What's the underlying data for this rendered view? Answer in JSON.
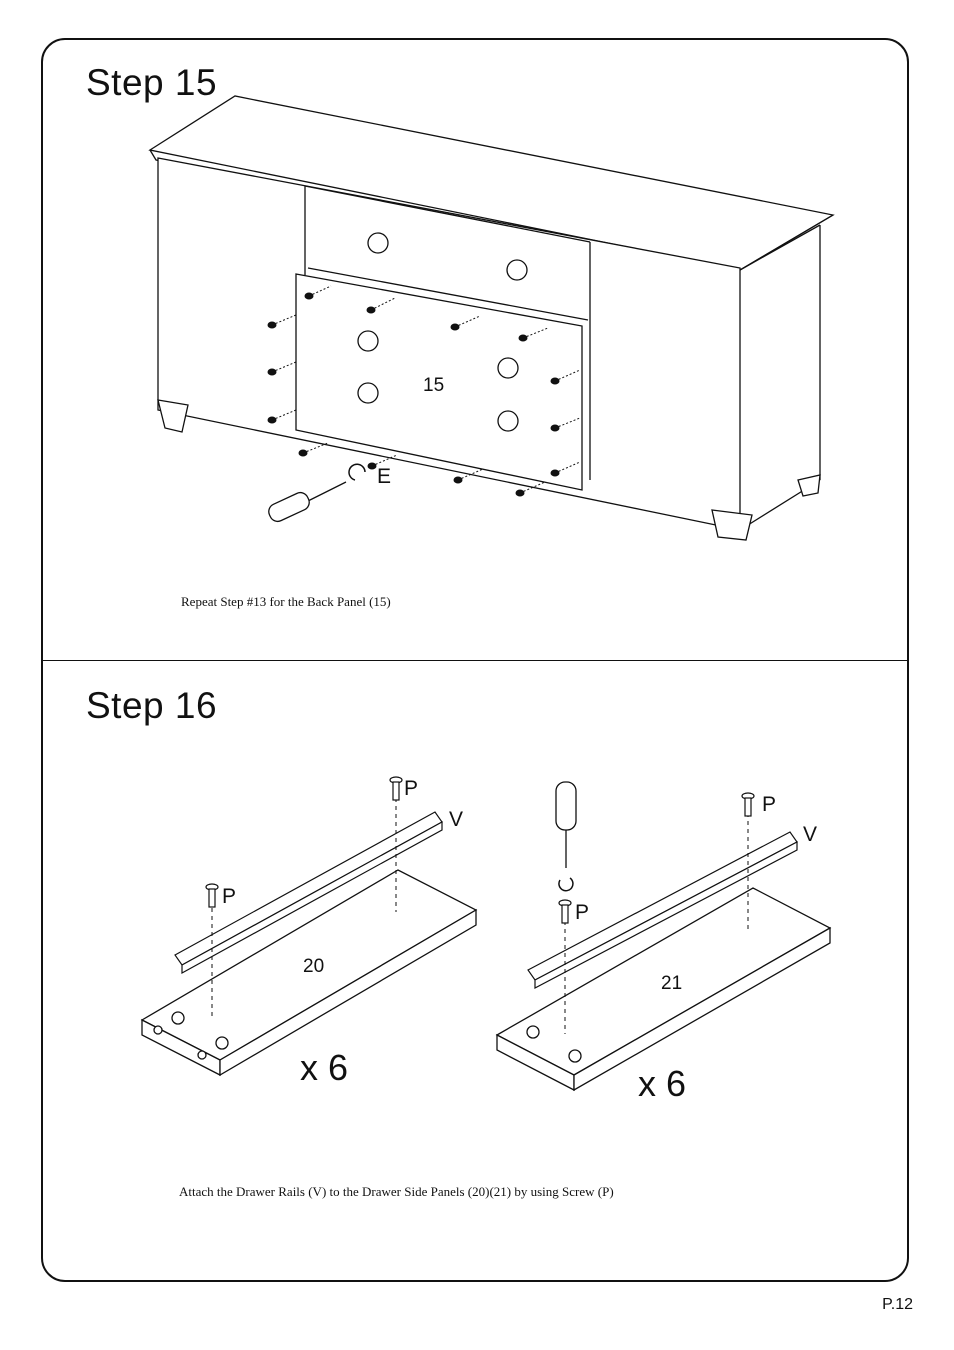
{
  "steps": [
    {
      "title": "Step  15",
      "caption": "Repeat Step #13 for the Back Panel (15)",
      "labels": {
        "panel": "15",
        "hardware": "E"
      }
    },
    {
      "title": "Step  16",
      "caption": "Attach the Drawer Rails (V) to the Drawer Side Panels (20)(21) by using Screw (P)",
      "labels": {
        "left_panel": "20",
        "right_panel": "21",
        "screw": "P",
        "rail": "V",
        "left_qty": "x 6",
        "right_qty": "x 6"
      }
    }
  ],
  "page_number": "P.12",
  "icons": [
    "screw-icon",
    "screwdriver-icon",
    "rotate-arrow-icon",
    "drawer-rail-icon"
  ]
}
